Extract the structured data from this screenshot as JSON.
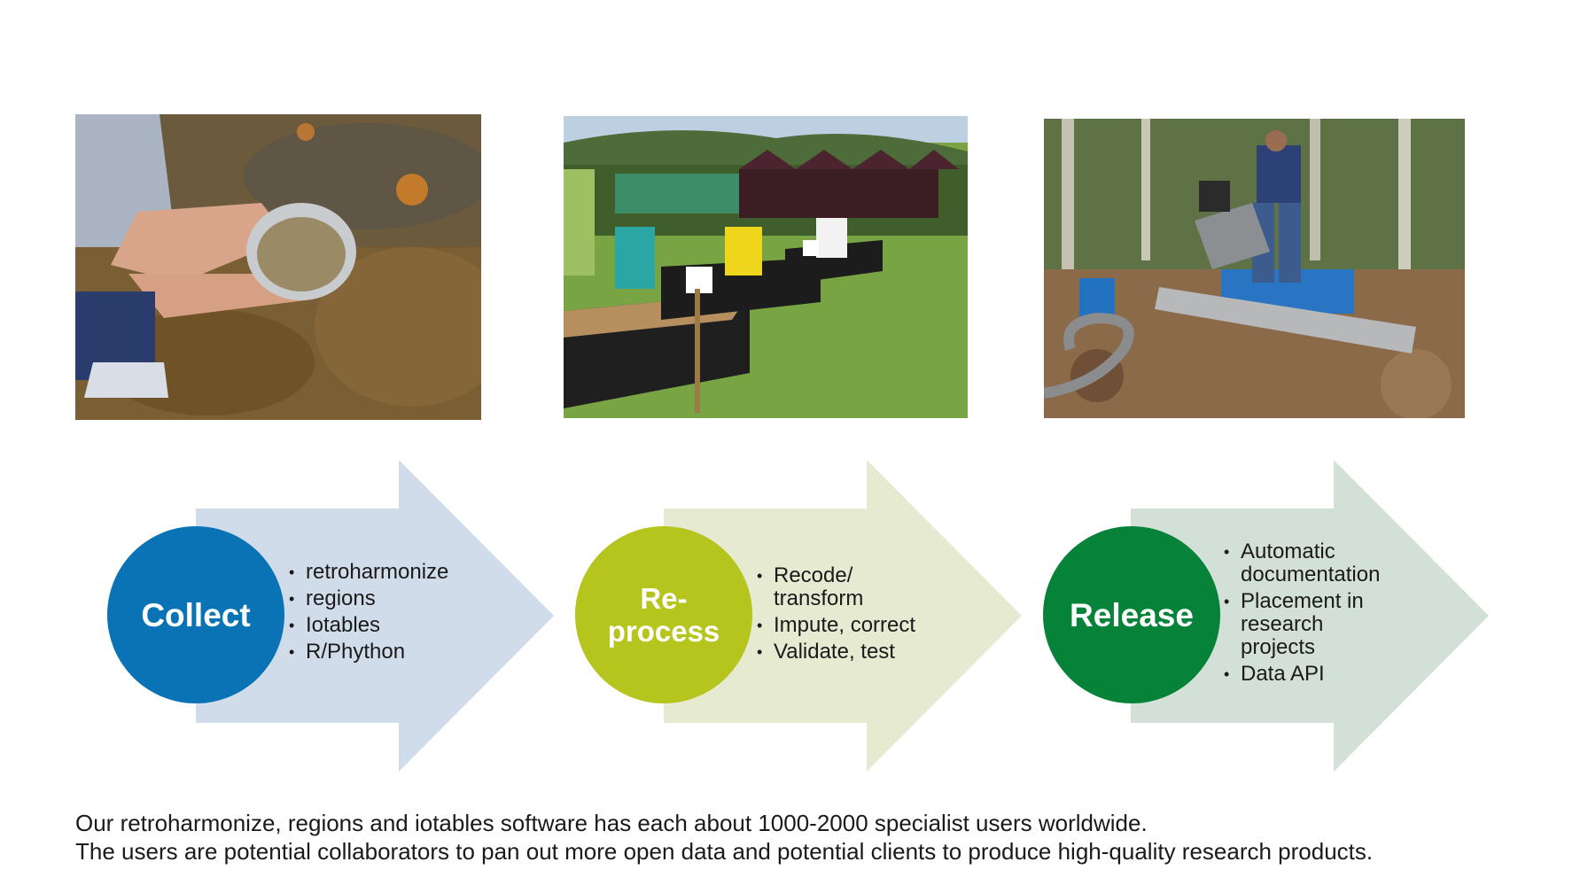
{
  "colors": {
    "collect": "#0a73b5",
    "reprocess": "#b5c51d",
    "release": "#068338",
    "collect_arrow": "#d0dce9",
    "reprocess_arrow": "#e6ead1",
    "release_arrow": "#d3e0d7"
  },
  "photos": [
    {
      "icon": "gold-panning-river-photo"
    },
    {
      "icon": "panning-competition-photo"
    },
    {
      "icon": "sluice-box-photo"
    }
  ],
  "stages": [
    {
      "title_lines": [
        "Collect"
      ],
      "items": [
        "retroharmonize",
        "regions",
        "Iotables",
        "R/Phython"
      ]
    },
    {
      "title_lines": [
        "Re-",
        "process"
      ],
      "items": [
        "Recode/\ntransform",
        "Impute, correct",
        "Validate, test"
      ]
    },
    {
      "title_lines": [
        "Release"
      ],
      "items": [
        "Automatic\ndocumentation",
        "Placement in\nresearch\nprojects",
        "Data API"
      ]
    }
  ],
  "footer": {
    "line1": "Our retroharmonize, regions and iotables software has each about 1000-2000 specialist users worldwide.",
    "line2": "The users are potential collaborators to pan out more open data and potential clients to produce high-quality research products."
  }
}
